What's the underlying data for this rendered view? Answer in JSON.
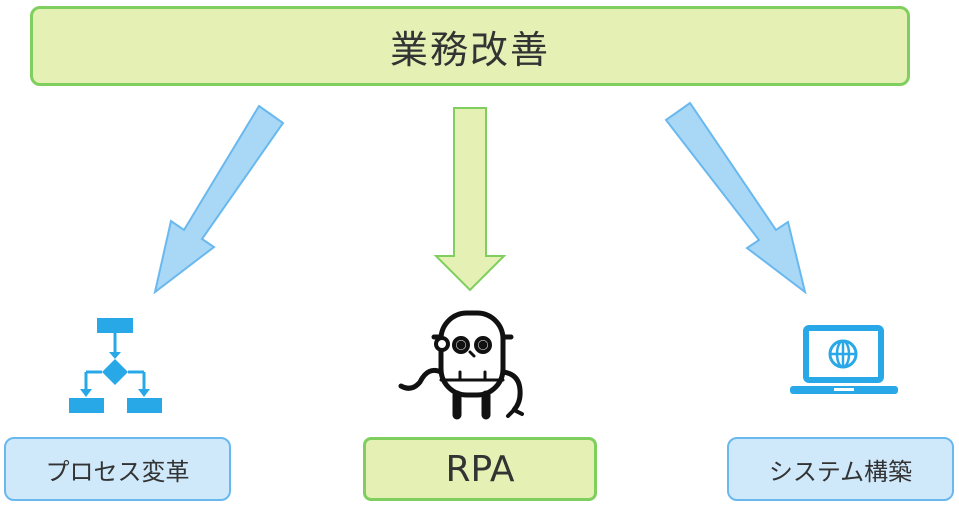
{
  "top": {
    "label": "業務改善"
  },
  "branches": [
    {
      "label": "プロセス変革",
      "icon": "flowchart-icon"
    },
    {
      "label": "RPA",
      "icon": "robot-icon"
    },
    {
      "label": "システム構築",
      "icon": "laptop-globe-icon"
    }
  ],
  "colors": {
    "green_fill": "#e4f0b4",
    "green_border": "#7fcf5f",
    "blue_fill": "#cfe9fb",
    "blue_border": "#69b8ee",
    "arrow_blue": "#a9d8f6",
    "icon_blue": "#29a8e8"
  }
}
